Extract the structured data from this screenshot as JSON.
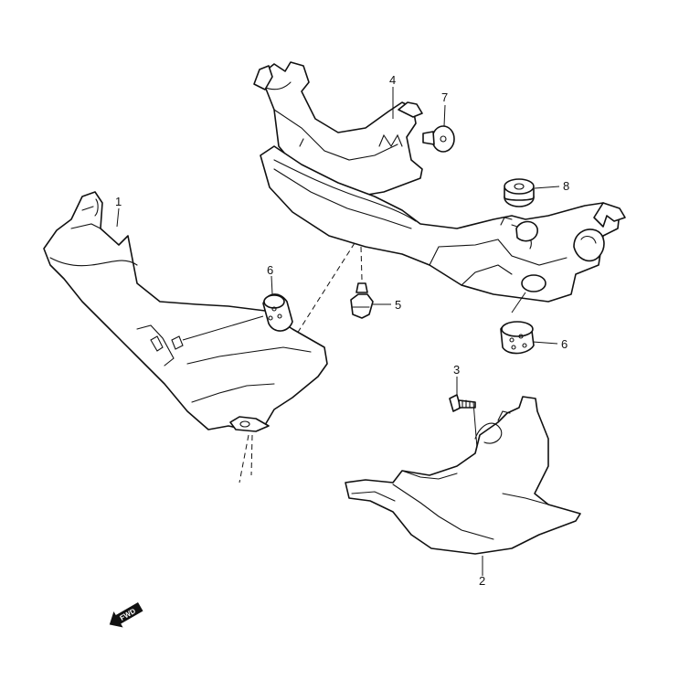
{
  "diagram": {
    "callouts": {
      "p1": "1",
      "p2": "2",
      "p3": "3",
      "p4": "4",
      "p5": "5",
      "p6a": "6",
      "p6b": "6",
      "p7": "7",
      "p8": "8"
    },
    "direction_label": "FWD",
    "line_color": "#111111",
    "background": "#ffffff"
  }
}
